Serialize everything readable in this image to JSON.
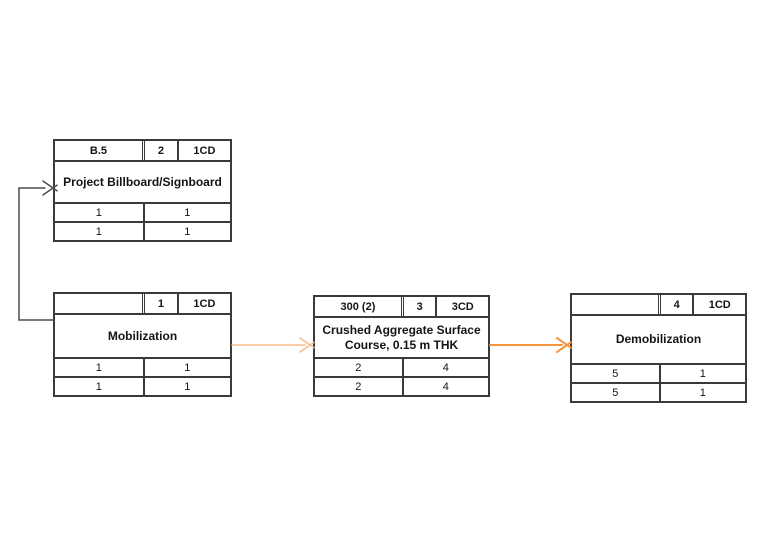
{
  "diagram": {
    "type": "activity-precedence-network",
    "nodes": [
      {
        "id": "project-billboard",
        "code": "B.5",
        "duration": "2",
        "calendar": "1CD",
        "name": "Project Billboard/Signboard",
        "row1": [
          "1",
          "1"
        ],
        "row2": [
          "1",
          "1"
        ]
      },
      {
        "id": "mobilization",
        "code": "",
        "duration": "1",
        "calendar": "1CD",
        "name": "Mobilization",
        "row1": [
          "1",
          "1"
        ],
        "row2": [
          "1",
          "1"
        ]
      },
      {
        "id": "crushed-aggregate",
        "code": "300 (2)",
        "duration": "3",
        "calendar": "3CD",
        "name": "Crushed Aggregate Surface Course, 0.15 m THK",
        "row1": [
          "2",
          "4"
        ],
        "row2": [
          "2",
          "4"
        ]
      },
      {
        "id": "demobilization",
        "code": "",
        "duration": "4",
        "calendar": "1CD",
        "name": "Demobilization",
        "row1": [
          "5",
          "1"
        ],
        "row2": [
          "5",
          "1"
        ]
      }
    ],
    "connectors": [
      {
        "from": "Mobilization",
        "to": "Project Billboard/Signboard",
        "style": "elbow-up-left"
      },
      {
        "from": "Mobilization",
        "to": "Crushed Aggregate Surface Course, 0.15 m THK",
        "style": "straight"
      },
      {
        "from": "Crushed Aggregate Surface Course, 0.15 m THK",
        "to": "Demobilization",
        "style": "straight"
      }
    ],
    "colors": {
      "box_border": "#3a3a3a",
      "connector_black": "#4d4d4d",
      "connector_light_orange": "#F8BE8C",
      "connector_orange": "#F7943E"
    }
  }
}
